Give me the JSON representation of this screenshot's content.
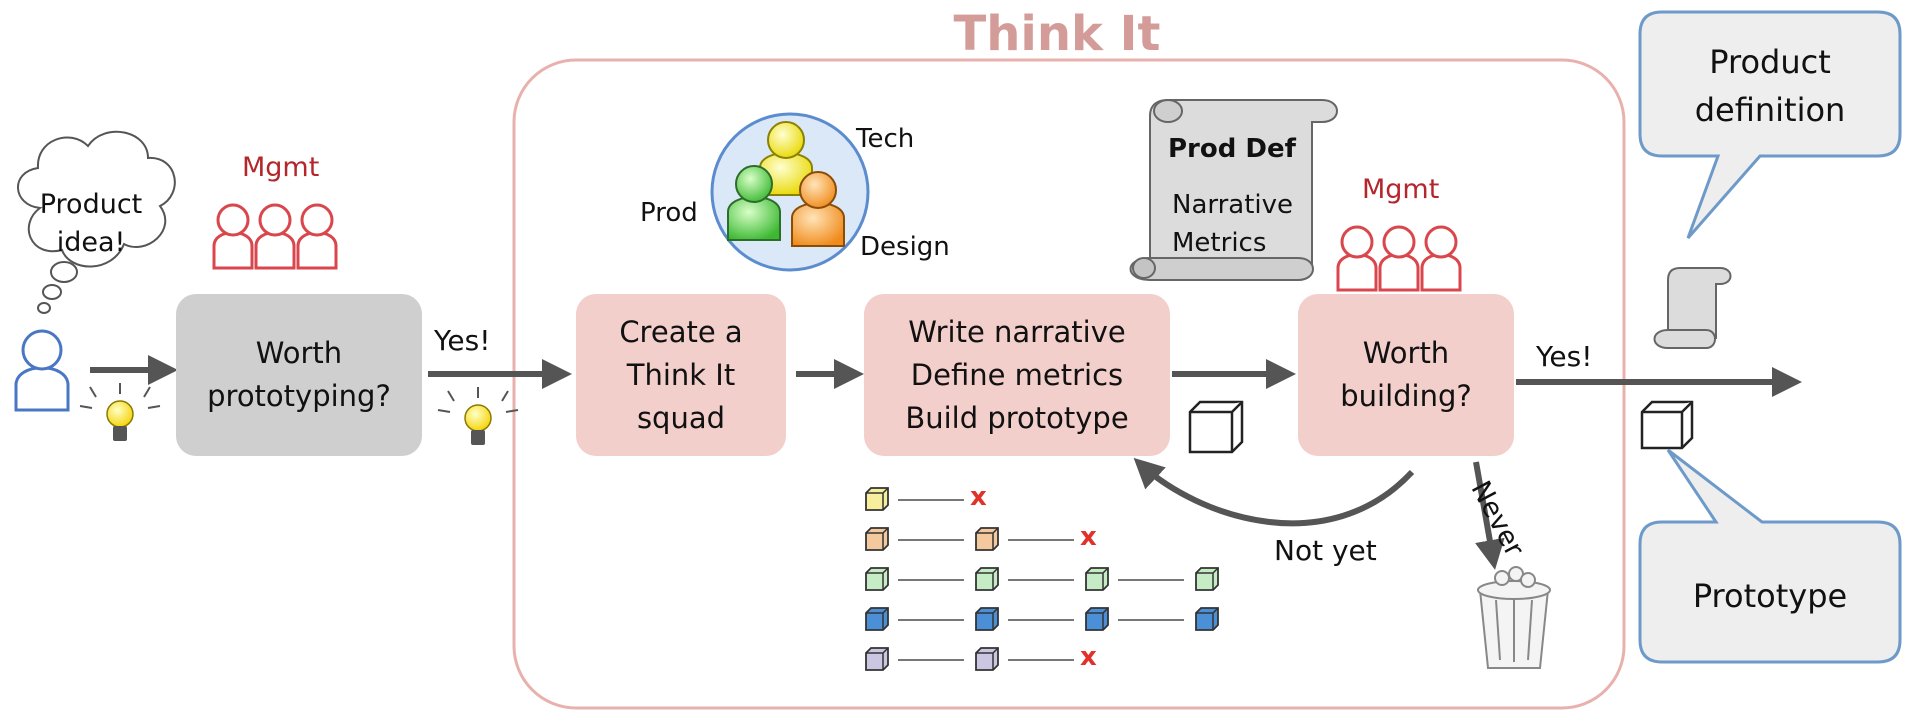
{
  "title": "Think It",
  "left": {
    "idea_bubble": [
      "Product",
      "idea!"
    ],
    "mgmt_label": "Mgmt",
    "decision_box": [
      "Worth",
      "prototyping?"
    ],
    "yes_label": "Yes!"
  },
  "squad": {
    "roles": {
      "tech": "Tech",
      "prod": "Prod",
      "design": "Design"
    },
    "create_box": [
      "Create a",
      "Think It",
      "squad"
    ]
  },
  "work_box": [
    "Write narrative",
    "Define metrics",
    "Build prototype"
  ],
  "scroll": {
    "heading": "Prod Def",
    "lines": [
      "Narrative",
      "Metrics"
    ]
  },
  "right_mgmt_label": "Mgmt",
  "worth_building_box": [
    "Worth",
    "building?"
  ],
  "yes2_label": "Yes!",
  "not_yet_label": "Not yet",
  "never_label": "Never",
  "callouts": {
    "product_definition": [
      "Product",
      "definition"
    ],
    "prototype": "Prototype"
  },
  "iterations": {
    "x_mark": "x",
    "rows": [
      {
        "color": "#f7ef9c",
        "cubes": 1,
        "rejected": true
      },
      {
        "color": "#f5c99e",
        "cubes": 2,
        "rejected": true
      },
      {
        "color": "#c6ecc5",
        "cubes": 4,
        "rejected": false
      },
      {
        "color": "#4b8fd6",
        "cubes": 4,
        "rejected": false
      },
      {
        "color": "#cbc6e2",
        "cubes": 2,
        "rejected": true
      }
    ]
  },
  "colors": {
    "think_it_frame": "#e9b1ad",
    "pink_box": "#f3cfcc",
    "gray_box": "#cfcfcf",
    "arrow": "#555555",
    "mgmt_red": "#b3262b",
    "callout_border": "#6d9ac9"
  }
}
